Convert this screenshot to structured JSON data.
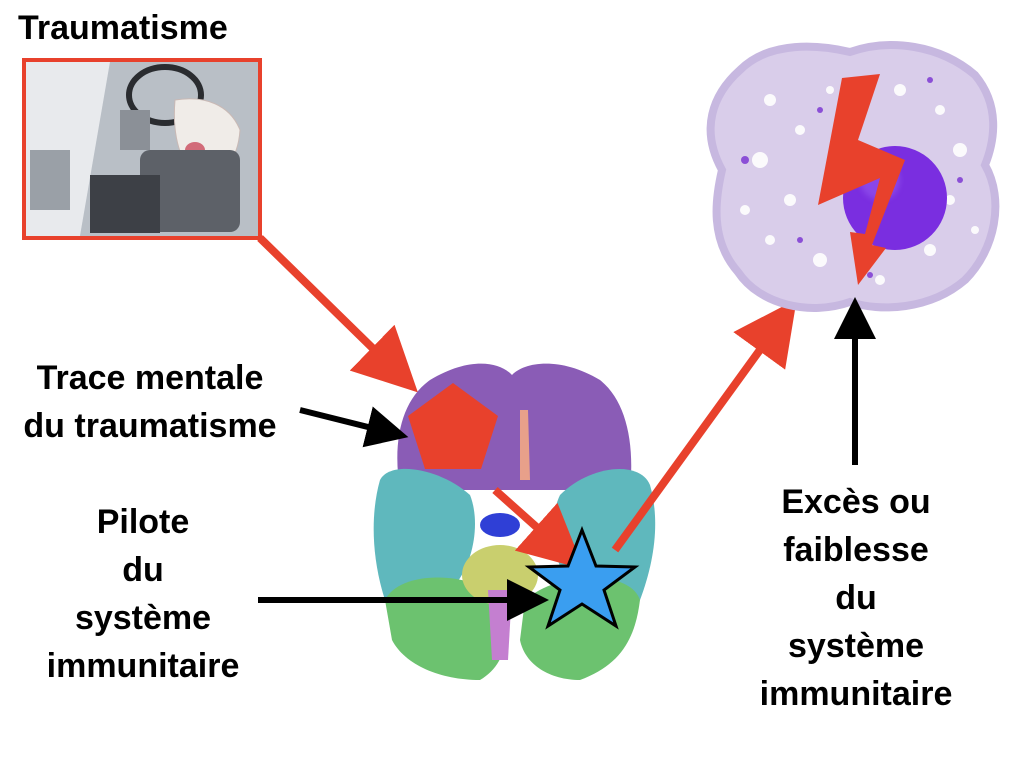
{
  "labels": {
    "traumatisme": "Traumatisme",
    "trace_line1": "Trace mentale",
    "trace_line2": "du traumatisme",
    "pilote_lines": [
      "Pilote",
      "du",
      "système",
      "immunitaire"
    ],
    "exces_lines": [
      "Excès ou",
      "faiblesse",
      "du",
      "système",
      "immunitaire"
    ]
  },
  "icons": {
    "photo": "car-crash-photo",
    "brain": "brain-illustration",
    "cell": "immune-cell",
    "trauma_shape": "red-pentagon",
    "pilot_shape": "blue-star",
    "attack": "lightning-bolt"
  },
  "colors": {
    "red": "#e8412c",
    "black": "#000000",
    "blue": "#3a9ef0",
    "purple": "#8a5cb6",
    "teal": "#5fb8bd",
    "green": "#6cc26f",
    "cell_body": "#d9cdea",
    "nucleus": "#7a2ee0"
  }
}
